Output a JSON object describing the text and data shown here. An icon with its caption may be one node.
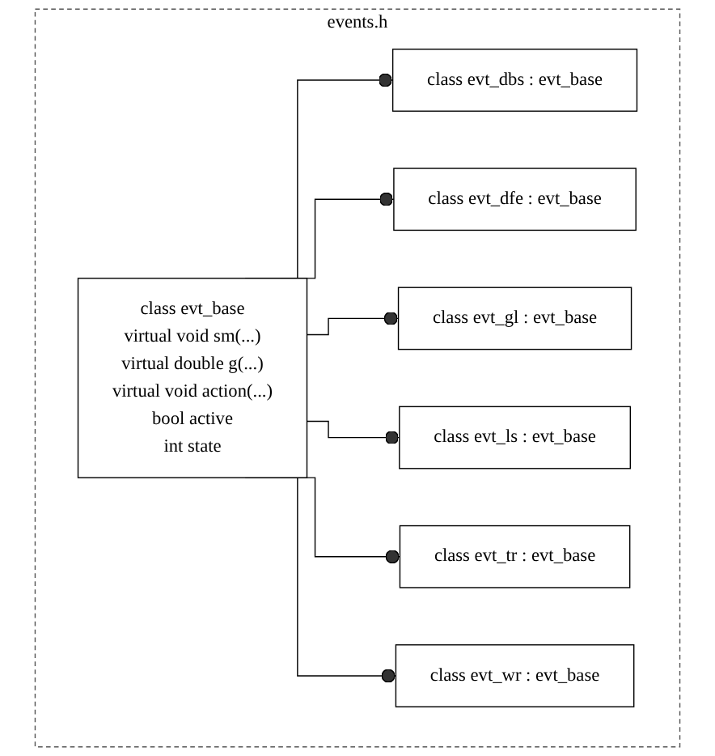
{
  "diagram": {
    "nodes": [
      {
        "text": [
          "events.h"
        ]
      },
      {
        "text": [
          "class evt_base",
          "virtual void sm(...)",
          "virtual double g(...)",
          "virtual void action(...)",
          "bool active",
          "int state"
        ],
        "in": 0
      },
      {
        "text": [
          "class evt_dbs : evt_base"
        ],
        "in": 0
      },
      {
        "text": [
          "class evt_dfe : evt_base"
        ],
        "in": 0
      },
      {
        "text": [
          "class evt_gl : evt_base"
        ],
        "in": 0
      },
      {
        "text": [
          "class evt_ls : evt_base"
        ],
        "in": 0
      },
      {
        "text": [
          "class evt_tr : evt_base"
        ],
        "in": 0
      },
      {
        "text": [
          "class evt_wr : evt_base"
        ],
        "in": 0
      }
    ],
    "edges": [
      {
        "from": 1,
        "to": 2,
        "arrow": "other"
      },
      {
        "from": 1,
        "to": 3,
        "arrow": "other"
      },
      {
        "from": 1,
        "to": 4,
        "arrow": "other"
      },
      {
        "from": 1,
        "to": 5,
        "arrow": "other"
      },
      {
        "from": 1,
        "to": 6,
        "arrow": "other"
      },
      {
        "from": 1,
        "to": 7,
        "arrow": "other"
      }
    ]
  }
}
